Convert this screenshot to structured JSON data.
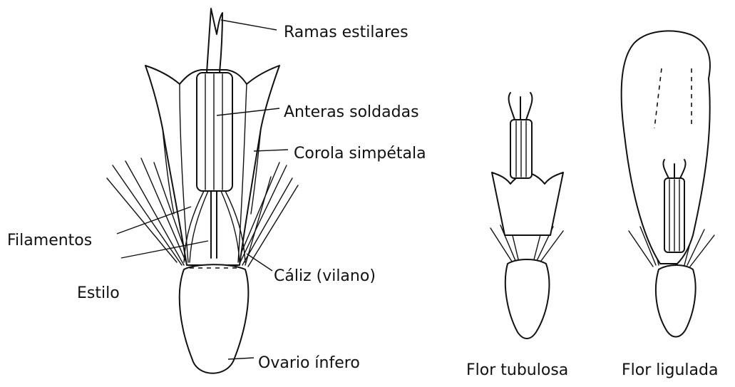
{
  "labels": {
    "ramas_estilares": "Ramas estilares",
    "anteras_soldadas": "Anteras soldadas",
    "corola_simpetala": "Corola simpétala",
    "filamentos": "Filamentos",
    "estilo": "Estilo",
    "caliz": "Cáliz (vilano)",
    "ovario": "Ovario ínfero"
  },
  "captions": {
    "tubulosa": "Flor tubulosa",
    "ligulada": "Flor ligulada"
  }
}
